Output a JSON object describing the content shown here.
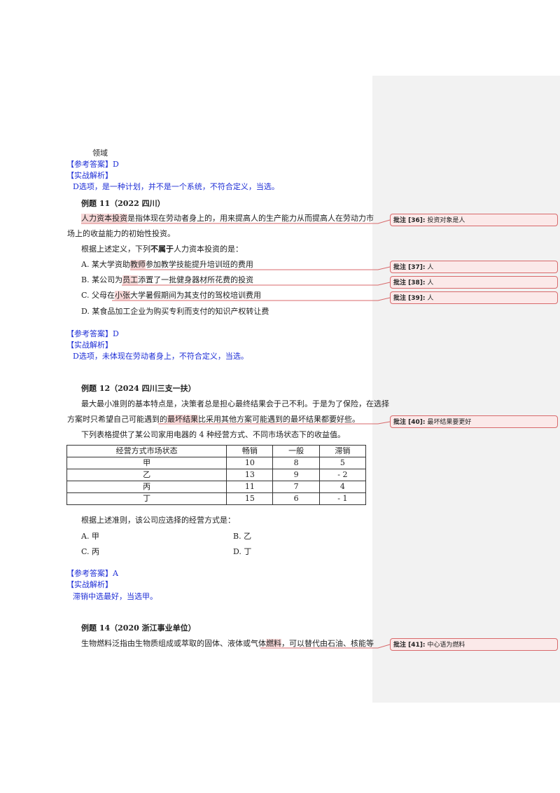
{
  "accent": "#1f2fd6",
  "comment_color": "#d8696b",
  "highlight_color": "#f5d6d6",
  "prev": {
    "tail": "领域",
    "answer_label": "【参考答案】D",
    "analysis_label": "【实战解析】",
    "analysis": "D选项，是一种计划，并不是一个系统，不符合定义，当选。"
  },
  "ex11": {
    "title": "例题 11（2022 四川）",
    "p1_hl": "人力资本投资",
    "p1_rest": "是指体现在劳动者身上的，用来提高人的生产能力从而提高人在劳动力市",
    "p2": "场上的收益能力的初始性投资。",
    "q_pre": "根据上述定义，下列",
    "q_bold": "不属于",
    "q_post": "人力资本投资的是：",
    "optA_pre": "A. 某大学资助",
    "optA_hl": "教师",
    "optA_post": "参加教学技能提升培训班的费用",
    "optB_pre": "B. 某公司为",
    "optB_hl": "员工",
    "optB_post": "添置了一批健身器材所花费的投资",
    "optC_pre": "C. 父母在",
    "optC_hl": "小张",
    "optC_post": "大学暑假期间为其支付的驾校培训费用",
    "optD": "D. 某食品加工企业为购买专利而支付的知识产权转让费",
    "answer_label": "【参考答案】D",
    "analysis_label": "【实战解析】",
    "analysis": "D选项，未体现在劳动者身上，不符合定义，当选。"
  },
  "ex12": {
    "title": "例题 12（2024 四川三支一扶）",
    "p1": "最大最小准则的基本特点是，决策者总是担心最终结果会于己不利。于是为了保险，在选择",
    "p2_pre": "方案时只希望自己可能遇到的",
    "p2_hl": "最坏结果",
    "p2_post": "比采用其他方案可能遇到的最坏结果都要好些。",
    "p3": "下列表格提供了某公司家用电器的 4 种经营方式、不同市场状态下的收益值。",
    "table": {
      "headers": [
        "经营方式市场状态",
        "畅销",
        "一般",
        "滞销"
      ],
      "rows": [
        [
          "甲",
          "10",
          "8",
          "5"
        ],
        [
          "乙",
          "13",
          "9",
          "- 2"
        ],
        [
          "丙",
          "11",
          "7",
          "4"
        ],
        [
          "丁",
          "15",
          "6",
          "- 1"
        ]
      ]
    },
    "q": "根据上述准则，该公司应选择的经营方式是：",
    "optA": "A. 甲",
    "optB": "B. 乙",
    "optC": "C. 丙",
    "optD": "D. 丁",
    "answer_label": "【参考答案】A",
    "analysis_label": "【实战解析】",
    "analysis": "滞销中选最好，当选甲。"
  },
  "ex14": {
    "title": "例题 14（2020 浙江事业单位）",
    "p1_pre": "生物燃料泛指由生物质组成或萃取的固体、液体或气体",
    "p1_hl": "燃料",
    "p1_post": "，可以替代由石油、核能等"
  },
  "comments": [
    {
      "label": "批注 [36]:",
      "text": "投资对象是人"
    },
    {
      "label": "批注 [37]:",
      "text": "人"
    },
    {
      "label": "批注 [38]:",
      "text": "人"
    },
    {
      "label": "批注 [39]:",
      "text": "人"
    },
    {
      "label": "批注 [40]:",
      "text": "最坏结果要更好"
    },
    {
      "label": "批注 [41]:",
      "text": "中心语为燃料"
    }
  ]
}
